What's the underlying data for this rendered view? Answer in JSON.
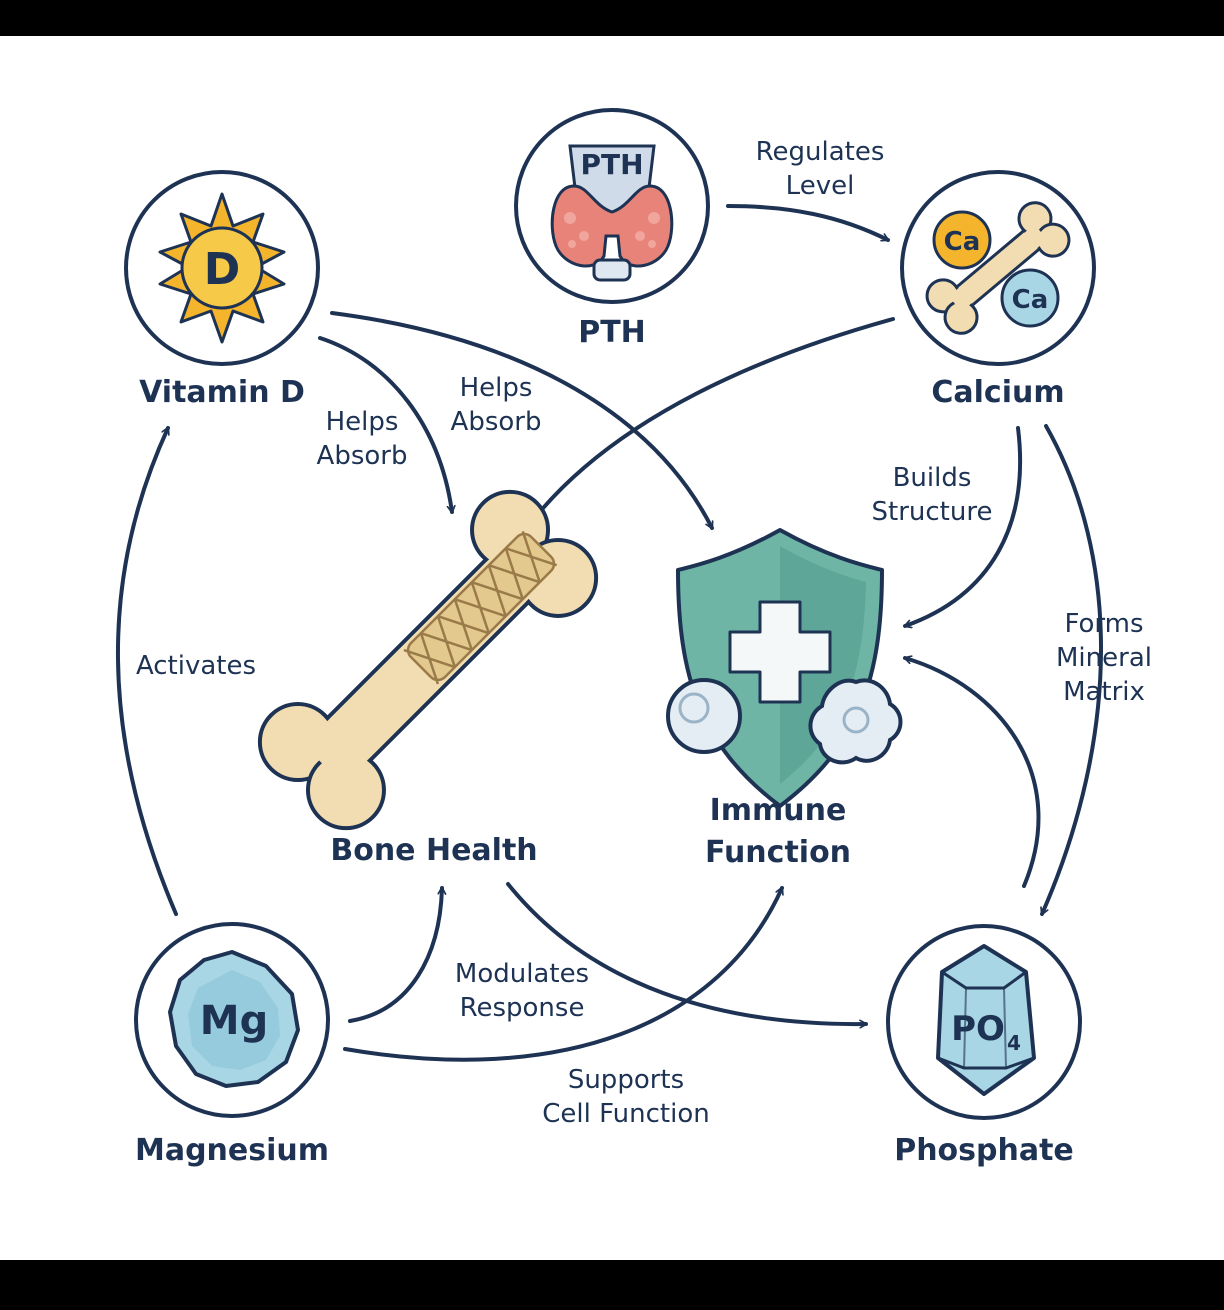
{
  "colors": {
    "ink": "#1e3354",
    "sun": "#f4b52c",
    "bone": "#f1ddb1",
    "shield": "#6fb5a5",
    "crystal": "#a9d6e5"
  },
  "nodes": {
    "vitamin_d": {
      "title": "Vitamin D",
      "symbol": "D",
      "icon": "sun-icon"
    },
    "pth": {
      "title": "PTH",
      "symbol": "PTH",
      "icon": "thyroid-gland-icon"
    },
    "calcium": {
      "title": "Calcium",
      "symbol_a": "Ca",
      "symbol_b": "Ca",
      "icon": "bone-with-calcium-icon"
    },
    "bone_health": {
      "title": "Bone Health",
      "icon": "bone-icon"
    },
    "immune": {
      "title_line1": "Immune",
      "title_line2": "Function",
      "icon": "shield-cross-icon"
    },
    "magnesium": {
      "title": "Magnesium",
      "symbol": "Mg",
      "icon": "mineral-gem-icon"
    },
    "phosphate": {
      "title": "Phosphate",
      "symbol": "PO",
      "subscript": "4",
      "icon": "crystal-icon"
    }
  },
  "edges": {
    "pth_calcium": [
      "Regulates",
      "Level"
    ],
    "vitd_bone": [
      "Helps",
      "Absorb"
    ],
    "vitd_immune": [
      "Helps",
      "Absorb"
    ],
    "calcium_immune": [
      "Builds",
      "Structure"
    ],
    "calcium_phosphate": [
      "Forms",
      "Mineral",
      "Matrix"
    ],
    "magnesium_vitd": [
      "Activates"
    ],
    "magnesium_bone": [
      "Modulates",
      "Response"
    ],
    "magnesium_immune": [
      "Supports",
      "Cell Function"
    ]
  }
}
